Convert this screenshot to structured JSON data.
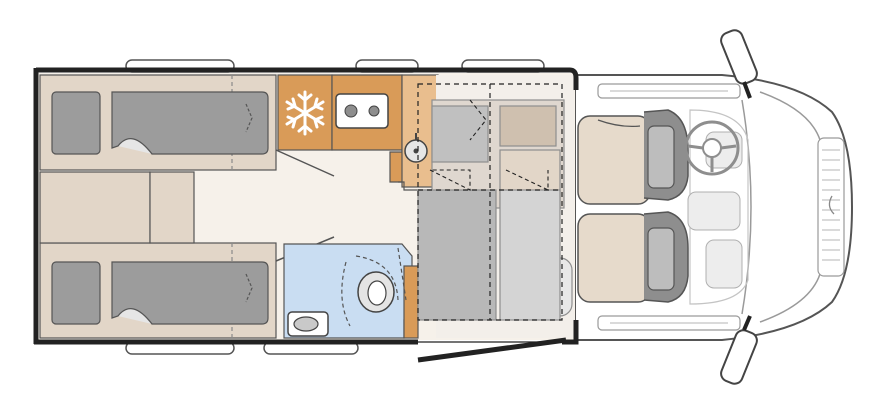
{
  "diagram": {
    "kind": "motorhome-floor-plan",
    "colors": {
      "floor": "#F6F1EA",
      "bed_panel": "#E2D6C8",
      "mattress": "#9C9C9C",
      "kitchen": "#D99B58",
      "bathroom": "#C9DDF2",
      "seat": "#E6DACB",
      "seat_frame": "#8E8E8E",
      "wall": "#222222",
      "outline": "#555555",
      "cab_line": "#9A9A9A",
      "dashed_bed": "#AEB0B2",
      "dashed_table": "#C8A886",
      "window_fill": "#FFFFFF"
    },
    "rooms": [
      {
        "id": "rear-bed-top",
        "icon": "bed-icon"
      },
      {
        "id": "rear-bed-bottom",
        "icon": "bed-icon"
      },
      {
        "id": "kitchen",
        "icon": "snowflake-icon"
      },
      {
        "id": "bathroom",
        "icon": "toilet-icon"
      },
      {
        "id": "dinette",
        "icon": "table-icon"
      },
      {
        "id": "cab",
        "icon": "steering-wheel-icon"
      }
    ],
    "features": [
      "fridge-snowflake",
      "two-burner-hob",
      "round-sink",
      "toilet",
      "wash-basin",
      "pull-down-bed",
      "swivel-driver-seat",
      "swivel-passenger-seat",
      "entry-door",
      "side-mirrors"
    ]
  }
}
